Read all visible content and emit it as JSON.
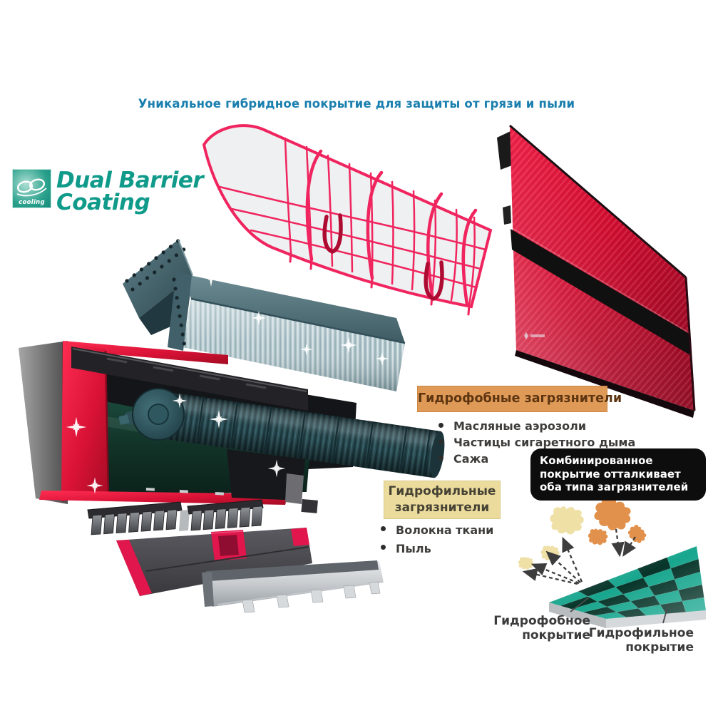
{
  "page": {
    "title": "Уникальное гибридное покрытие для защиты от грязи и пыли"
  },
  "brand": {
    "wordmark_line1": "Dual Barrier",
    "wordmark_line2": "Coating",
    "badge_label": "cooling"
  },
  "hydrophobic_block": {
    "header": "Гидрофобные загрязнители",
    "items": [
      "Масляные аэрозоли",
      "Частицы сигаретного дыма",
      "Сажа"
    ]
  },
  "hydrophilic_block": {
    "header_lines": [
      "Гидрофильные",
      "загрязнители"
    ],
    "items": [
      "Волокна ткани",
      "Пыль"
    ]
  },
  "combined_note": {
    "lines": [
      "Комбинированное",
      "покрытие отталкивает",
      "оба типа загрязнителей"
    ]
  },
  "coating_labels": {
    "hydrophobic_lines": [
      "Гидрофобное",
      "покрытие"
    ],
    "hydrophilic_lines": [
      "Гидрофильное",
      "покрытие"
    ]
  },
  "colors": {
    "title_blue": "#1a7fae",
    "brand_teal": "#0f9a8a",
    "filter_grid_pink": "#f0245e",
    "front_panel_red": "#cf1133",
    "hydrophobic_header_bg": "#e09a57",
    "hydrophobic_header_text": "#5d3511",
    "hydrophilic_header_bg": "#ebdc9e",
    "note_bg": "#0d0d0d",
    "board_teal": "#18a68e",
    "board_dark": "#07352a",
    "splat_cream": "#efe0a6",
    "splat_orange": "#e2914c"
  }
}
